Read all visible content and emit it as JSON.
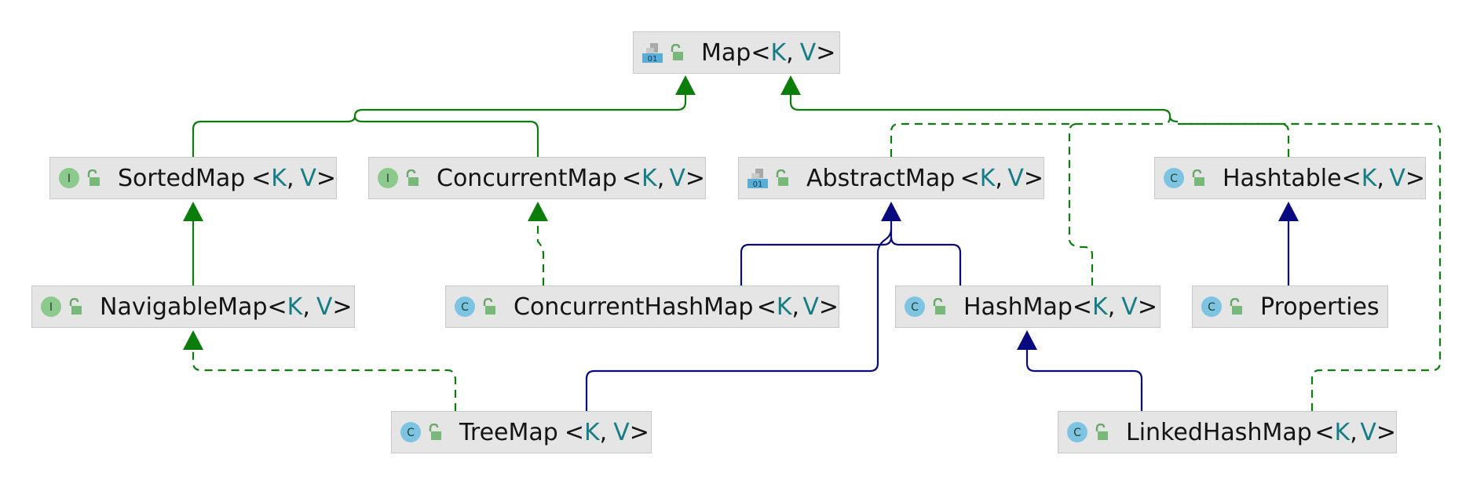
{
  "nodes": {
    "map": {
      "kind": "abstract",
      "name": "Map",
      "lt": "<",
      "k": "K",
      "sep": ",",
      "v": "V",
      "gt": ">"
    },
    "sortedmap": {
      "kind": "interface",
      "name": "SortedMap",
      "lt": "<",
      "k": "K",
      "sep": ",",
      "v": "V",
      "gt": ">"
    },
    "concurrentmap": {
      "kind": "interface",
      "name": "ConcurrentMap",
      "lt": "<",
      "k": "K",
      "sep": ",",
      "v": "V",
      "gt": ">"
    },
    "abstractmap": {
      "kind": "abstract",
      "name": "AbstractMap",
      "lt": "<",
      "k": "K",
      "sep": ",",
      "v": "V",
      "gt": ">"
    },
    "hashtable": {
      "kind": "class",
      "name": "Hashtable",
      "lt": "<",
      "k": "K",
      "sep": ",",
      "v": "V",
      "gt": ">"
    },
    "navigablemap": {
      "kind": "interface",
      "name": "NavigableMap",
      "lt": "<",
      "k": "K",
      "sep": ",",
      "v": "V",
      "gt": ">"
    },
    "concurrenthashmap": {
      "kind": "class",
      "name": "ConcurrentHashMap",
      "lt": "<",
      "k": "K",
      "sep": ",",
      "v": "V",
      "gt": ">"
    },
    "hashmap": {
      "kind": "class",
      "name": "HashMap",
      "lt": "<",
      "k": "K",
      "sep": ",",
      "v": "V",
      "gt": ">"
    },
    "properties": {
      "kind": "class",
      "name": "Properties"
    },
    "treemap": {
      "kind": "class",
      "name": "TreeMap",
      "lt": "<",
      "k": "K",
      "sep": ",",
      "v": "V",
      "gt": ">"
    },
    "linkedhashmap": {
      "kind": "class",
      "name": "LinkedHashMap",
      "lt": "<",
      "k": "K",
      "sep": ",",
      "v": "V",
      "gt": ">"
    }
  },
  "icons": {
    "interface_letter": "I",
    "class_letter": "C",
    "abstract_digits": "01"
  },
  "colors": {
    "implements": "#0a7d0a",
    "extends": "#0a0a80",
    "type_param": "#157d85",
    "interface_badge": "#8cc98c",
    "class_badge": "#7cc4e2",
    "node_fill": "#e5e5e5"
  },
  "edges": [
    {
      "from": "sortedmap",
      "to": "map",
      "relation": "extends-interface"
    },
    {
      "from": "concurrentmap",
      "to": "map",
      "relation": "extends-interface"
    },
    {
      "from": "abstractmap",
      "to": "map",
      "relation": "implements"
    },
    {
      "from": "hashmap",
      "to": "map",
      "relation": "implements"
    },
    {
      "from": "hashtable",
      "to": "map",
      "relation": "implements"
    },
    {
      "from": "linkedhashmap",
      "to": "map",
      "relation": "implements"
    },
    {
      "from": "navigablemap",
      "to": "sortedmap",
      "relation": "extends-interface"
    },
    {
      "from": "concurrenthashmap",
      "to": "concurrentmap",
      "relation": "implements"
    },
    {
      "from": "concurrenthashmap",
      "to": "abstractmap",
      "relation": "extends"
    },
    {
      "from": "hashmap",
      "to": "abstractmap",
      "relation": "extends"
    },
    {
      "from": "treemap",
      "to": "abstractmap",
      "relation": "extends"
    },
    {
      "from": "properties",
      "to": "hashtable",
      "relation": "extends"
    },
    {
      "from": "treemap",
      "to": "navigablemap",
      "relation": "implements"
    },
    {
      "from": "linkedhashmap",
      "to": "hashmap",
      "relation": "extends"
    }
  ]
}
